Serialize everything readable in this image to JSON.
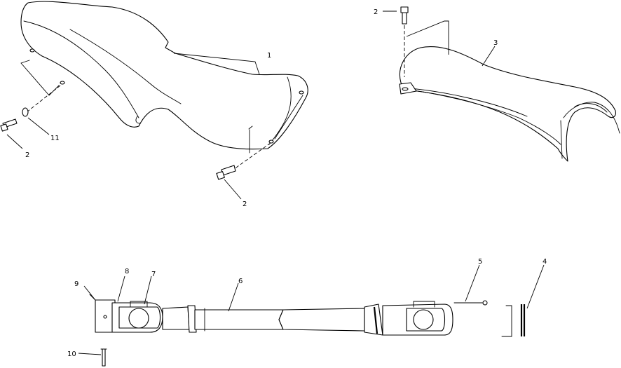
{
  "callouts": {
    "upper_left": {
      "part_1": "1",
      "part_2_left": "2",
      "part_11": "11",
      "part_2_bottom": "2"
    },
    "upper_right": {
      "part_2": "2",
      "part_3": "3"
    },
    "driveshaft": {
      "part_9": "9",
      "part_8": "8",
      "part_7": "7",
      "part_6": "6",
      "part_5": "5",
      "part_4": "4",
      "part_10": "10"
    }
  },
  "colors": {
    "line": "#000000",
    "background": "#ffffff"
  }
}
